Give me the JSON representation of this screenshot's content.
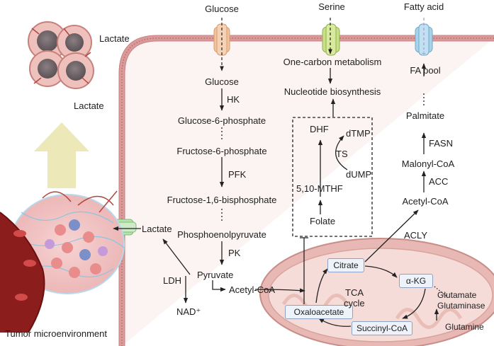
{
  "nutrients": {
    "glucose": "Glucose",
    "serine": "Serine",
    "fatty_acid": "Fatty acid"
  },
  "tumor": {
    "lactate_top": "Lactate",
    "lactate_bottom": "Lactate",
    "caption": "Tumor microenvironment"
  },
  "glycolysis": {
    "glucose": "Glucose",
    "hk": "HK",
    "g6p": "Glucose-6-phosphate",
    "f6p": "Fructose-6-phosphate",
    "pfk": "PFK",
    "f16bp": "Fructose-1,6-bisphosphate",
    "pep": "Phosphoenolpyruvate",
    "pk": "PK",
    "pyruvate": "Pyruvate",
    "acetyl_coa": "Acetyl-CoA",
    "ldh": "LDH",
    "nad": "NAD⁺",
    "lactate": "Lactate"
  },
  "one_carbon": {
    "metabolism": "One-carbon metabolism",
    "nucleotide": "Nucleotide biosynthesis",
    "dhf": "DHF",
    "dtmp": "dTMP",
    "ts": "TS",
    "dump": "dUMP",
    "mthf": "5,10-MTHF",
    "folate": "Folate"
  },
  "fatty_acid": {
    "fa_pool": "FA pool",
    "palmitate": "Palmitate",
    "fasn": "FASN",
    "malonyl": "Malonyl-CoA",
    "acc": "ACC",
    "acetyl": "Acetyl-CoA",
    "acly": "ACLY"
  },
  "tca": {
    "citrate": "Citrate",
    "akg": "α-KG",
    "cycle_line1": "TCA",
    "cycle_line2": "cycle",
    "oxaloacetate": "Oxaloacetate",
    "succinyl": "Succinyl-CoA",
    "glutamate": "Glutamate",
    "glutaminase": "Glutaminase",
    "glutamine": "Glutamine"
  },
  "colors": {
    "membrane": "#d99a9a",
    "cytoplasm": "#fbf4f3",
    "mito_outer": "#e8b9b4",
    "mito_inner": "#f6dcd8",
    "glucose_transporter": "#f2c39f",
    "serine_transporter": "#c9e08a",
    "fatty_acid_transporter": "#a8d3ea",
    "lactate_transporter": "#b9e0b0",
    "big_arrow": "#ece8b8",
    "box_fill": "#eef3fb",
    "box_border": "#8ea2c6"
  }
}
